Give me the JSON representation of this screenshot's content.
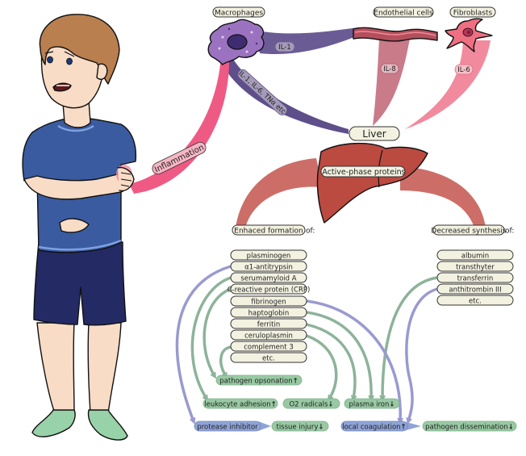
{
  "colors": {
    "macrophage_stream": "#6b5b95",
    "endothelial_stream": "#c97b8a",
    "fibroblast_stream": "#f28a9e",
    "inflammation_stream": "#ef5a85",
    "liver": "#bb4a40",
    "liver_stream": "#cc6e67",
    "green_arrow": "#8db39a",
    "blue_arrow": "#9a9ad0",
    "pill_fill": "#f3f1e0",
    "green_pill": "#98c9a3",
    "blue_pill": "#8fa3d6"
  },
  "cells": {
    "macrophages": "Macrophages",
    "endothelial": "Endothelial cells",
    "fibroblasts": "Fibroblasts"
  },
  "cytokines": {
    "macro_to_endo": "IL-1",
    "macro_to_liver": "IL-1, IL-6, TNα etc",
    "endo_to_liver": "IL-8",
    "fibro_to_liver": "IL-6"
  },
  "inflammation": "Inflammation",
  "liver": {
    "label": "Liver",
    "output": "Active-phase proteins"
  },
  "enhanced": {
    "header": "Enhaced formation",
    "suffix": "of:",
    "items": [
      "plasminogen",
      "α1-antitrypsin",
      "serumamyloid A",
      "C-reactive protein (CRP)",
      "fibrinogen",
      "haptoglobin",
      "ferritin",
      "ceruloplasmin",
      "complement 3",
      "etc."
    ]
  },
  "decreased": {
    "header": "Decreased synthesis",
    "suffix": "of:",
    "items": [
      "albumin",
      "transthyter",
      "transferrin",
      "anthitrombin III",
      "etc."
    ]
  },
  "effects": {
    "pathogen_opsonation": {
      "label": "pathogen opsonation",
      "arrow": "↑"
    },
    "leukocyte_adhesion": {
      "label": "leukocyte adhesion",
      "arrow": "↑"
    },
    "o2_radicals": {
      "label": "O2 radicals",
      "arrow": "↓"
    },
    "plasma_iron": {
      "label": "plasma iron",
      "arrow": "↓"
    },
    "protease_inhibitor": {
      "label": "protease inhibitor",
      "arrow": ""
    },
    "tissue_injury": {
      "label": "tissue injury",
      "arrow": "↓"
    },
    "local_coagulation": {
      "label": "local coagulation",
      "arrow": "↑"
    },
    "pathogen_dissemination": {
      "label": "pathogen dissemination",
      "arrow": "↓"
    }
  }
}
